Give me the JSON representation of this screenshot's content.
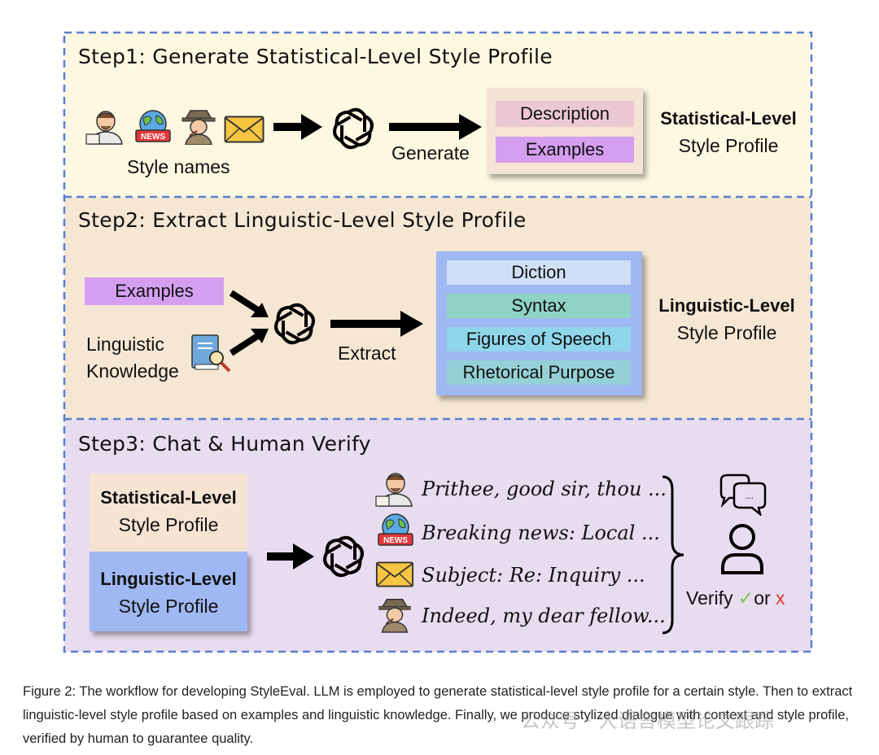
{
  "step1": {
    "title": "Step1: Generate Statistical-Level Style Profile",
    "style_names_label": "Style names",
    "generate_label": "Generate",
    "description_label": "Description",
    "examples_label": "Examples",
    "profile_bold": "Statistical-Level",
    "profile_rest": "Style Profile"
  },
  "step2": {
    "title": "Step2: Extract Linguistic-Level Style Profile",
    "examples_label": "Examples",
    "knowledge_line1": "Linguistic",
    "knowledge_line2": "Knowledge",
    "extract_label": "Extract",
    "items": [
      "Diction",
      "Syntax",
      "Figures of Speech",
      "Rhetorical Purpose"
    ],
    "profile_bold": "Linguistic-Level",
    "profile_rest": "Style Profile"
  },
  "step3": {
    "title": "Step3: Chat & Human Verify",
    "stat_bold": "Statistical-Level",
    "stat_rest": "Style Profile",
    "ling_bold": "Linguistic-Level",
    "ling_rest": "Style Profile",
    "dialogues": [
      "Prithee, good sir, thou ...",
      "Breaking news:  Local ...",
      "Subject:  Re:  Inquiry ...",
      "Indeed, my dear fellow..."
    ],
    "verify_label": "Verify",
    "check_mark": "✓",
    "or_label": "or",
    "x_mark": "x",
    "news_badge": "NEWS",
    "bubble_dots": "..."
  },
  "caption": "Figure 2: The workflow for developing StyleEval. LLM is employed to generate statistical-level style profile for a certain style. Then to extract linguistic-level style profile based on examples and linguistic knowledge. Finally, we produce stylized dialogue with context and style profile, verified by human to guarantee quality.",
  "watermark": "公众号 · 大语言模型论文跟踪",
  "colors": {
    "panel1_bg": "#fcf8e1",
    "panel2_bg": "#f5e7d3",
    "panel3_bg": "#e8dcef",
    "dash_border": "#5b7fd0",
    "description_bg": "#ecc8d3",
    "examples_bg": "#d59ef0",
    "ling_box_bg": "#9fb8f2",
    "diction_bg": "#cfe0f6",
    "syntax_bg": "#8fd3c5",
    "figures_bg": "#8fd6ea",
    "rhetorical_bg": "#94d0d6",
    "check_color": "#7ac74f",
    "x_color": "#e03b2f"
  }
}
